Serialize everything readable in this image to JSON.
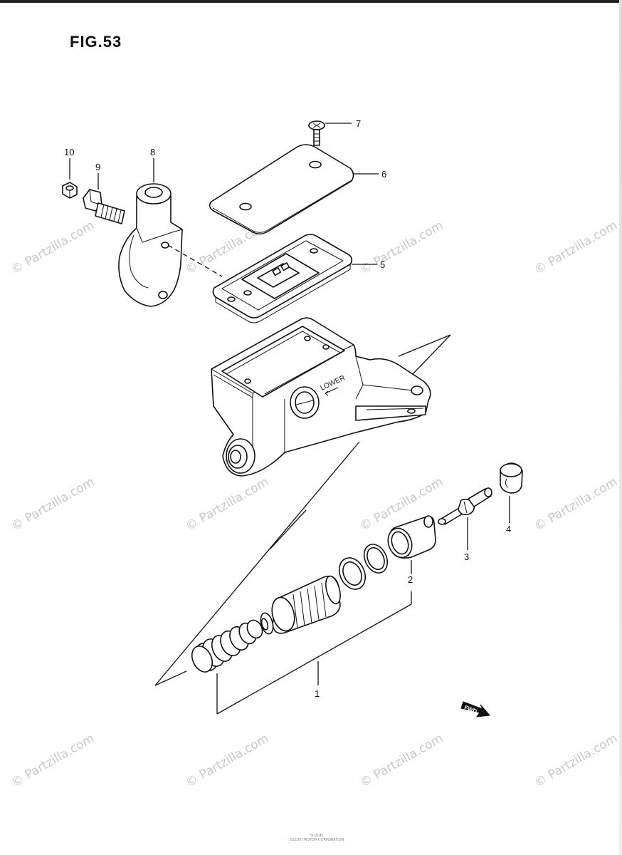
{
  "figure": {
    "title": "FIG.53"
  },
  "callouts": {
    "c1": "1",
    "c2": "2",
    "c3": "3",
    "c4": "4",
    "c5": "5",
    "c6": "6",
    "c7": "7",
    "c8": "8",
    "c9": "9",
    "c10": "10"
  },
  "body_marking": "LOWER",
  "fwd_marker": "FWD",
  "watermark": "© Partzilla.com",
  "footer": {
    "line1": "SUZUKI",
    "line2": "SUZUKI MOTOR CORPORATION"
  }
}
